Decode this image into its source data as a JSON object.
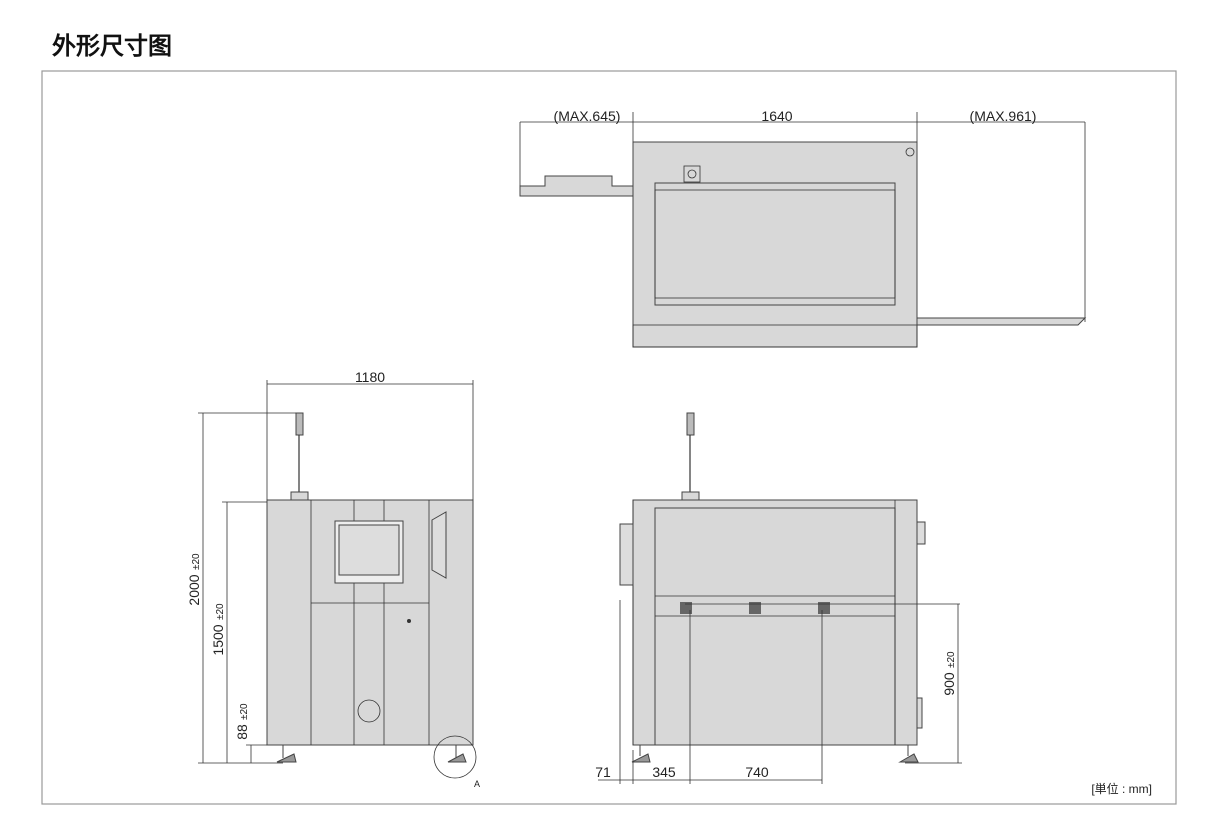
{
  "title": "外形尺寸图",
  "top_view": {
    "dims": {
      "left": "(MAX.645)",
      "center": "1640",
      "right": "(MAX.961)"
    }
  },
  "front_view": {
    "dims": {
      "width": "1180",
      "total_height": "2000",
      "total_height_tol": "±20",
      "body_height": "1500",
      "body_height_tol": "±20",
      "foot_height": "88",
      "foot_height_tol": "±20"
    },
    "detail_label": "A"
  },
  "side_view": {
    "dims": {
      "a": "71",
      "b": "345",
      "c": "740",
      "conveyor_height": "900",
      "conveyor_height_tol": "±20"
    }
  },
  "unit_label": "[単位 : mm]"
}
